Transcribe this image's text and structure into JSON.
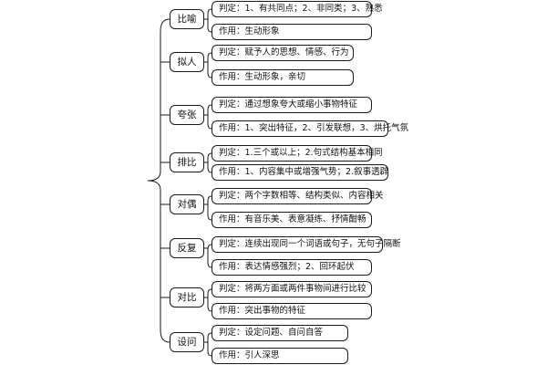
{
  "categories": [
    {
      "label": "比喻",
      "judge": "判定：1、有共同点；2、非同类；3、熟悉",
      "effect": "作用：生动形象"
    },
    {
      "label": "拟人",
      "judge": "判定：赋予人的思想、情感、行为",
      "effect": "作用：生动形象，亲切"
    },
    {
      "label": "夸张",
      "judge": "判定：通过想象夸大或缩小事物特征",
      "effect": "作用：1、突出特征，2、引发联想，3、烘托气氛"
    },
    {
      "label": "排比",
      "judge": "判定：1.三个或以上；2.句式结构基本相同",
      "effect": "作用：1、内容集中或增强气势；2.叙事透辟"
    },
    {
      "label": "对偶",
      "judge": "判定：两个字数相等、结构类似、内容相关",
      "effect": "作用：有音乐美、表意凝练、抒情酣畅"
    },
    {
      "label": "反复",
      "judge": "判定：连续出现同一个词语或句子，无句子隔断",
      "effect": "作用：表达情感强烈；2、回环起伏"
    },
    {
      "label": "对比",
      "judge": "判定：将两方面或两件事物间进行比较",
      "effect": "作用：突出事物的特征"
    },
    {
      "label": "设问",
      "judge": "判定：设定问题、自问自答",
      "effect": "作用：引人深思"
    }
  ]
}
